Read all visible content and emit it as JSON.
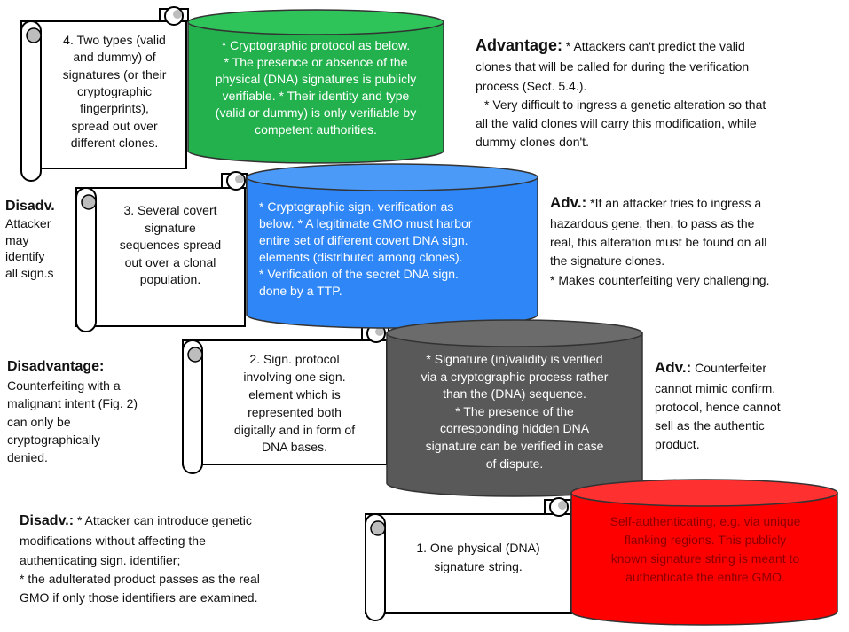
{
  "colors": {
    "green": "#22b14c",
    "blue": "#2f86f6",
    "gray": "#595959",
    "red": "#ff0000",
    "scroll_outline": "#000000",
    "scroll_knob": "#bdbdbd"
  },
  "tiers": [
    {
      "id": "level-4",
      "scroll_lines": [
        "4. Two types (valid",
        "and dummy) of",
        "signatures (or their",
        "cryptographic",
        "fingerprints),",
        "spread out over",
        "different clones."
      ],
      "cylinder_lines": [
        "* Cryptographic protocol as below.",
        "* The presence or absence of the",
        "physical (DNA) signatures is publicly",
        "verifiable. * Their identity and type",
        "(valid or dummy) is only verifiable by",
        "competent authorities."
      ],
      "side": {
        "heading": "Advantage:",
        "lines": [
          "* Attackers can't predict the valid",
          "clones that will be called for during the verification",
          "process (Sect. 5.4.).",
          "* Very difficult to ingress a genetic alteration so that",
          "all the valid clones will carry this modification, while",
          "dummy clones don't."
        ]
      }
    },
    {
      "id": "level-3",
      "scroll_lines": [
        "3. Several covert",
        "signature",
        "sequences spread",
        "out over a clonal",
        "population."
      ],
      "cylinder_lines": [
        "* Cryptographic sign. verification as",
        "below. * A legitimate GMO must harbor",
        "entire set of different covert DNA sign.",
        "elements (distributed among clones).",
        "* Verification of the secret DNA sign.",
        "done by a TTP."
      ],
      "left": {
        "heading": "Disadv.",
        "lines": [
          "Attacker",
          "may",
          "identify",
          "all sign.s"
        ]
      },
      "side": {
        "heading": "Adv.:",
        "lines": [
          "*If an attacker tries to ingress a",
          "hazardous gene, then, to pass as the",
          "real, this alteration must be found on all",
          "the signature clones.",
          "* Makes counterfeiting very challenging."
        ]
      }
    },
    {
      "id": "level-2",
      "scroll_lines": [
        "2. Sign. protocol",
        "involving one sign.",
        "element which is",
        "represented both",
        "digitally and in form of",
        "DNA bases."
      ],
      "cylinder_lines": [
        "* Signature (in)validity is verified",
        "via a cryptographic process rather",
        "than the (DNA) sequence.",
        "* The presence of the",
        "corresponding hidden DNA",
        "signature can be verified in case",
        "of dispute."
      ],
      "left": {
        "heading": "Disadvantage:",
        "lines": [
          "Counterfeiting with a",
          "malignant intent (Fig. 2)",
          "can only be",
          "cryptographically",
          "denied."
        ]
      },
      "side": {
        "heading": "Adv.:",
        "lines": [
          "Counterfeiter",
          "cannot mimic confirm.",
          "protocol, hence cannot",
          "sell as the authentic",
          "product."
        ]
      }
    },
    {
      "id": "level-1",
      "scroll_lines": [
        "1. One physical (DNA)",
        "signature string."
      ],
      "cylinder_lines": [
        "Self-authenticating, e.g. via unique",
        "flanking regions. This publicly",
        "known signature string is meant to",
        "authenticate the entire GMO."
      ],
      "left": {
        "heading": "Disadv.:",
        "lines": [
          "* Attacker can introduce genetic",
          "modifications without affecting the",
          "authenticating sign. identifier;",
          "* the adulterated product passes as the real",
          "GMO if only those identifiers are examined."
        ]
      }
    }
  ]
}
